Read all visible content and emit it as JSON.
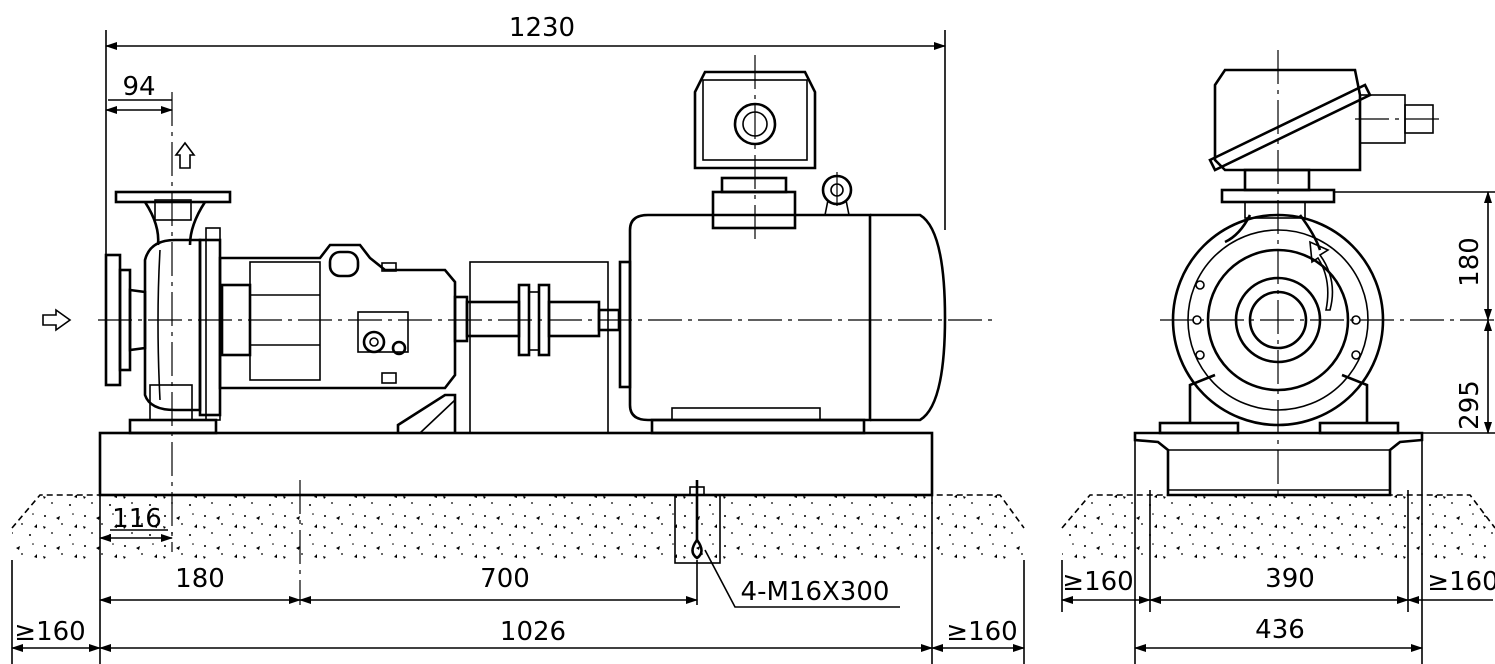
{
  "front_view": {
    "overall_length": "1230",
    "outlet_offset": "94",
    "anchor_offset": "116",
    "base_to_anchor": "180",
    "anchor_spacing": "700",
    "base_length": "1026",
    "clearance_left": "≥160",
    "clearance_right": "≥160",
    "anchor_bolt": "4-M16X300"
  },
  "side_view": {
    "outlet_height": "180",
    "shaft_height": "295",
    "anchor_spacing": "390",
    "base_width": "436",
    "clearance_left": "≥160",
    "clearance_right": "≥160"
  },
  "icons": {
    "outlet_arrow": "up-hollow-arrow",
    "inlet_arrow": "right-hollow-arrow",
    "rotation_arrow": "curved-rotation-arrow"
  }
}
